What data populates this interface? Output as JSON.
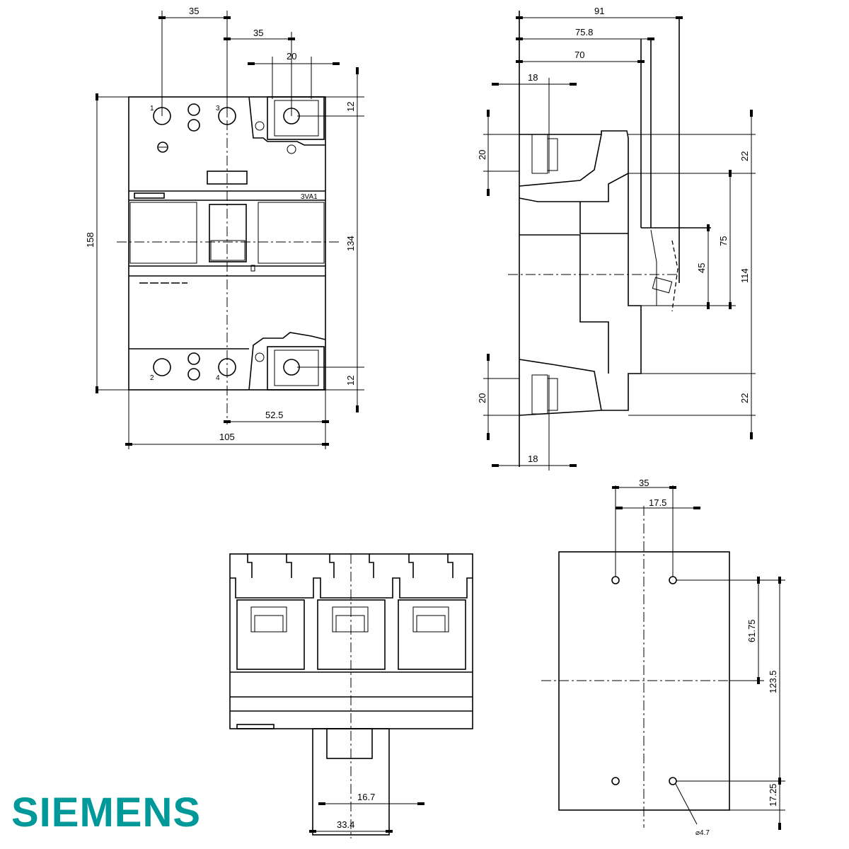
{
  "brand": {
    "logo": "SIEMENS",
    "color": "#009999"
  },
  "front_view": {
    "dims": {
      "pole_pitch_1": "35",
      "pole_pitch_2": "35",
      "terminal_width": "20",
      "top_terminal": "12",
      "height_total": "158",
      "height_mount": "134",
      "bottom_terminal": "12",
      "offset": "52.5",
      "width": "105"
    },
    "terminals": {
      "t1": "1",
      "t3": "3",
      "t2": "2",
      "t4": "4"
    },
    "rating_label": "3VA1"
  },
  "side_view": {
    "dims": {
      "depth_91": "91",
      "depth_75_8": "75.8",
      "depth_70": "70",
      "terminal_top_18": "18",
      "terminal_top_20": "20",
      "top_22": "22",
      "handle_75": "75",
      "handle_45": "45",
      "body_114": "114",
      "bottom_22": "22",
      "terminal_bottom_20": "20",
      "terminal_bottom_18": "18"
    }
  },
  "bottom_view": {
    "dims": {
      "half_foot": "16.7",
      "foot": "33.4"
    }
  },
  "mounting_view": {
    "dims": {
      "hole_spacing": "35",
      "center_offset": "17.5",
      "half_height": "61.75",
      "hole_height": "123.5",
      "bottom_offset": "17.25",
      "hole_diameter": "⌀4.7"
    }
  }
}
